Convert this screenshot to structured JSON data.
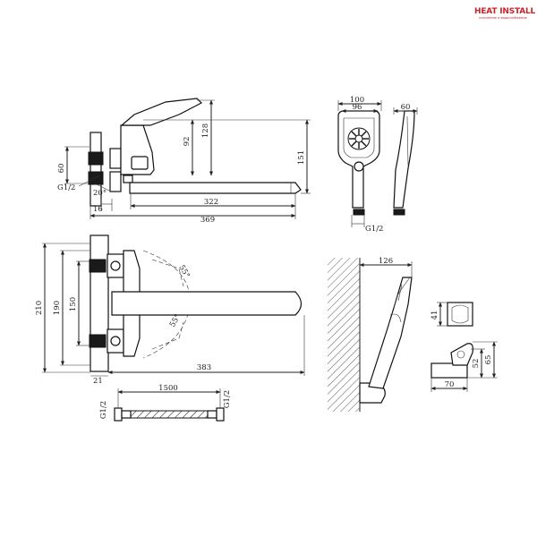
{
  "brand": {
    "name": "HEAT INSTALL",
    "tagline": "отопление и водоснабжение",
    "color": "#c8242b"
  },
  "dimensions": {
    "side": {
      "d60": "60",
      "d92": "92",
      "d128": "128",
      "d151": "151",
      "g12": "G1/2",
      "angle20": "20°",
      "d16": "16",
      "d322": "322",
      "d369": "369"
    },
    "top": {
      "d210": "210",
      "d190": "190",
      "d150": "150",
      "angle55a": "55°",
      "angle55b": "55°",
      "d383": "383",
      "d21": "21"
    },
    "hose": {
      "g12_left": "G1/2",
      "g12_right": "G1/2",
      "d1500": "1500"
    },
    "shower_head": {
      "d100": "100",
      "d96": "96",
      "d60": "60",
      "g12": "G1/2"
    },
    "wall": {
      "d126": "126"
    },
    "holder": {
      "d41": "41",
      "d52": "52",
      "d65": "65",
      "d70": "70"
    }
  }
}
